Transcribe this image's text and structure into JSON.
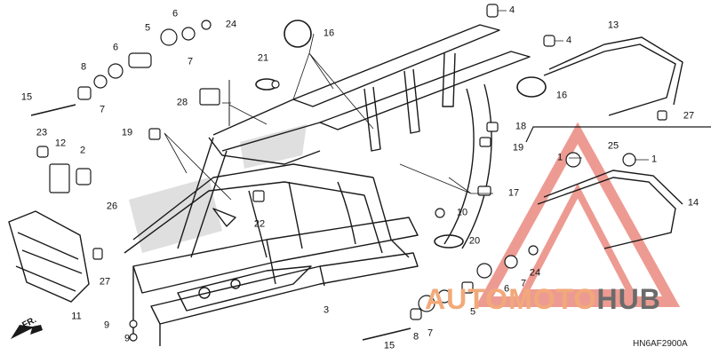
{
  "diagram": {
    "code": "HN6AF2900A",
    "direction_label": "FR.",
    "watermark": {
      "part1": "AUTOMOTO",
      "part2": "HUB"
    },
    "callouts": [
      "1",
      "1",
      "2",
      "3",
      "4",
      "4",
      "5",
      "5",
      "6",
      "6",
      "6",
      "7",
      "7",
      "7",
      "7",
      "8",
      "8",
      "9",
      "9",
      "10",
      "11",
      "12",
      "13",
      "14",
      "15",
      "15",
      "16",
      "16",
      "17",
      "18",
      "19",
      "19",
      "20",
      "21",
      "22",
      "23",
      "24",
      "24",
      "25",
      "26",
      "27",
      "27",
      "28"
    ]
  },
  "colors": {
    "line": "#1a1a1a",
    "watermark_red": "#e04a3a",
    "watermark_orange": "#f2a97a",
    "watermark_grey": "#6b6b6b"
  }
}
